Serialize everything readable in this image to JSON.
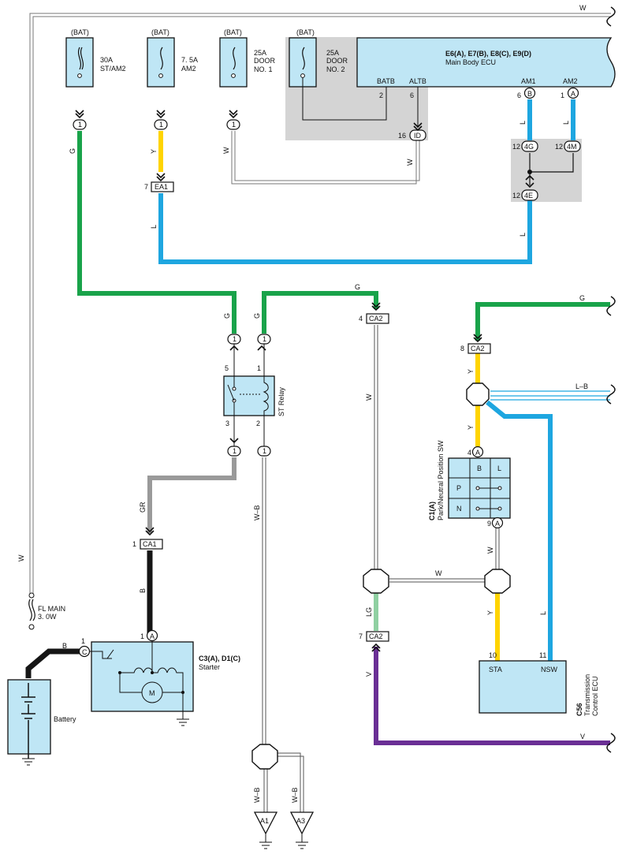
{
  "colors": {
    "green": "#19a34a",
    "yellow": "#ffd400",
    "blue": "#1ea6e0",
    "black": "#151515",
    "gray": "#9a9a9a",
    "violet": "#6a2f95",
    "lightgreen": "#8fd0a2",
    "component": "#bfe6f5",
    "shade": "#d4d4d4"
  },
  "fuses": {
    "bat_label": "(BAT)",
    "st_am2": {
      "rating": "30A",
      "name": "ST/AM2"
    },
    "am2": {
      "rating": "7. 5A",
      "name": "AM2"
    },
    "door1": {
      "rating": "25A",
      "name1": "DOOR",
      "name2": "NO. 1"
    },
    "door2": {
      "rating": "25A",
      "name1": "DOOR",
      "name2": "NO. 2"
    },
    "fl_main": {
      "name": "FL MAIN",
      "rating": "3. 0W"
    }
  },
  "main_body_ecu": {
    "code": "E6(A), E7(B), E8(C), E9(D)",
    "name": "Main Body ECU",
    "pins": {
      "batb": "BATB",
      "altb": "ALTB",
      "am1": "AM1",
      "am2": "AM2"
    },
    "pin_nums": {
      "batb": "2",
      "altb": "6",
      "am1": "6",
      "am2": "1"
    },
    "conn_letters": {
      "am1": "B",
      "am2": "A"
    }
  },
  "junctions": {
    "j1": "1",
    "ea1": "EA1",
    "ea1_pin": "7",
    "id": "ID",
    "id_pin": "16",
    "j4g": "4G",
    "j4g_pin": "12",
    "j4m": "4M",
    "j4m_pin": "12",
    "j4e": "4E",
    "j4e_pin": "12",
    "ca2": "CA2",
    "ca2_pin_top": "4",
    "ca2_pin_park": "8",
    "ca2_pin_lg": "7",
    "ca1": "CA1",
    "ca1_pin": "1"
  },
  "wire_labels": {
    "w": "W",
    "g": "G",
    "y": "Y",
    "l": "L",
    "gr": "GR",
    "b": "B",
    "wb": "W–B",
    "lb": "L–B",
    "lg": "LG",
    "v": "V"
  },
  "st_relay": {
    "name": "ST Relay",
    "p5": "5",
    "p1": "1",
    "p3": "3",
    "p2": "2"
  },
  "starter": {
    "code": "C3(A), D1(C)",
    "name": "Starter",
    "motor": "M",
    "pin_a": "1",
    "pin_c": "1",
    "conn_a": "A",
    "conn_c": "C"
  },
  "battery": {
    "name": "Battery"
  },
  "park_sw": {
    "code": "C1(A)",
    "name": "Park/Neutral Position SW",
    "cols": [
      "B",
      "L"
    ],
    "rows": [
      "P",
      "N"
    ],
    "pin_top": "4",
    "pin_bot": "9",
    "conn": "A"
  },
  "tcu": {
    "code": "C56",
    "name1": "Transmission",
    "name2": "Control ECU",
    "sta": "STA",
    "nsw": "NSW",
    "pin_sta": "10",
    "pin_nsw": "11"
  },
  "grounds": {
    "a1": "A1",
    "a3": "A3"
  }
}
